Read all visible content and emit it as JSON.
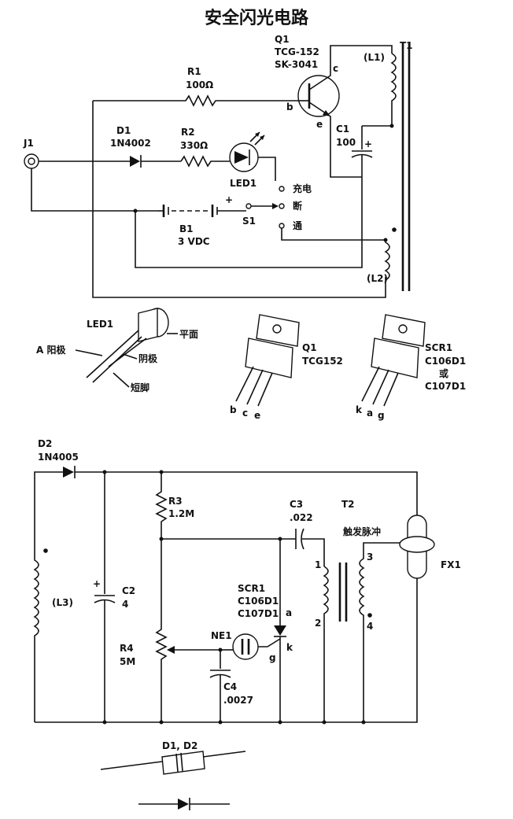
{
  "title": "安全闪光电路",
  "top": {
    "J1": "J1",
    "D1": {
      "ref": "D1",
      "part": "1N4002"
    },
    "R1": {
      "ref": "R1",
      "value": "100Ω"
    },
    "R2": {
      "ref": "R2",
      "value": "330Ω"
    },
    "LED1": "LED1",
    "Q1": {
      "ref": "Q1",
      "part1": "TCG-152",
      "part2": "SK-3041",
      "b": "b",
      "c": "c",
      "e": "e"
    },
    "C1": {
      "ref": "C1",
      "value": "100",
      "plus": "+"
    },
    "T1": {
      "ref": "T1",
      "L1": "(L1)",
      "L2": "(L2)"
    },
    "B1": {
      "ref": "B1",
      "value": "3 VDC",
      "plus": "+"
    },
    "S1": {
      "ref": "S1",
      "pos_charge": "充电",
      "pos_off": "断",
      "pos_on": "通"
    }
  },
  "parts": {
    "led": {
      "ref": "LED1",
      "flat": "平面",
      "anode": "A 阳极",
      "cathode": "阴极",
      "short": "短脚"
    },
    "q1": {
      "ref": "Q1",
      "part": "TCG152",
      "pins": [
        "b",
        "c",
        "e"
      ]
    },
    "scr": {
      "ref": "SCR1",
      "part1": "C106D1",
      "or": "或",
      "part2": "C107D1",
      "pins": [
        "k",
        "a",
        "g"
      ]
    }
  },
  "bottom": {
    "D2": {
      "ref": "D2",
      "part": "1N4005"
    },
    "L3": "(L3)",
    "C2": {
      "ref": "C2",
      "value": "4",
      "plus": "+"
    },
    "R3": {
      "ref": "R3",
      "value": "1.2M"
    },
    "R4": {
      "ref": "R4",
      "value": "5M"
    },
    "C3": {
      "ref": "C3",
      "value": ".022"
    },
    "C4": {
      "ref": "C4",
      "value": ".0027"
    },
    "NE1": "NE1",
    "SCR1": {
      "ref": "SCR1",
      "part1": "C106D1",
      "part2": "C107D1",
      "a": "a",
      "k": "k",
      "g": "g"
    },
    "T2": {
      "ref": "T2",
      "desc": "触发脉冲",
      "p1": "1",
      "p2": "2",
      "p3": "3",
      "p4": "4"
    },
    "FX1": "FX1"
  },
  "diode_ref": {
    "label": "D1, D2"
  }
}
